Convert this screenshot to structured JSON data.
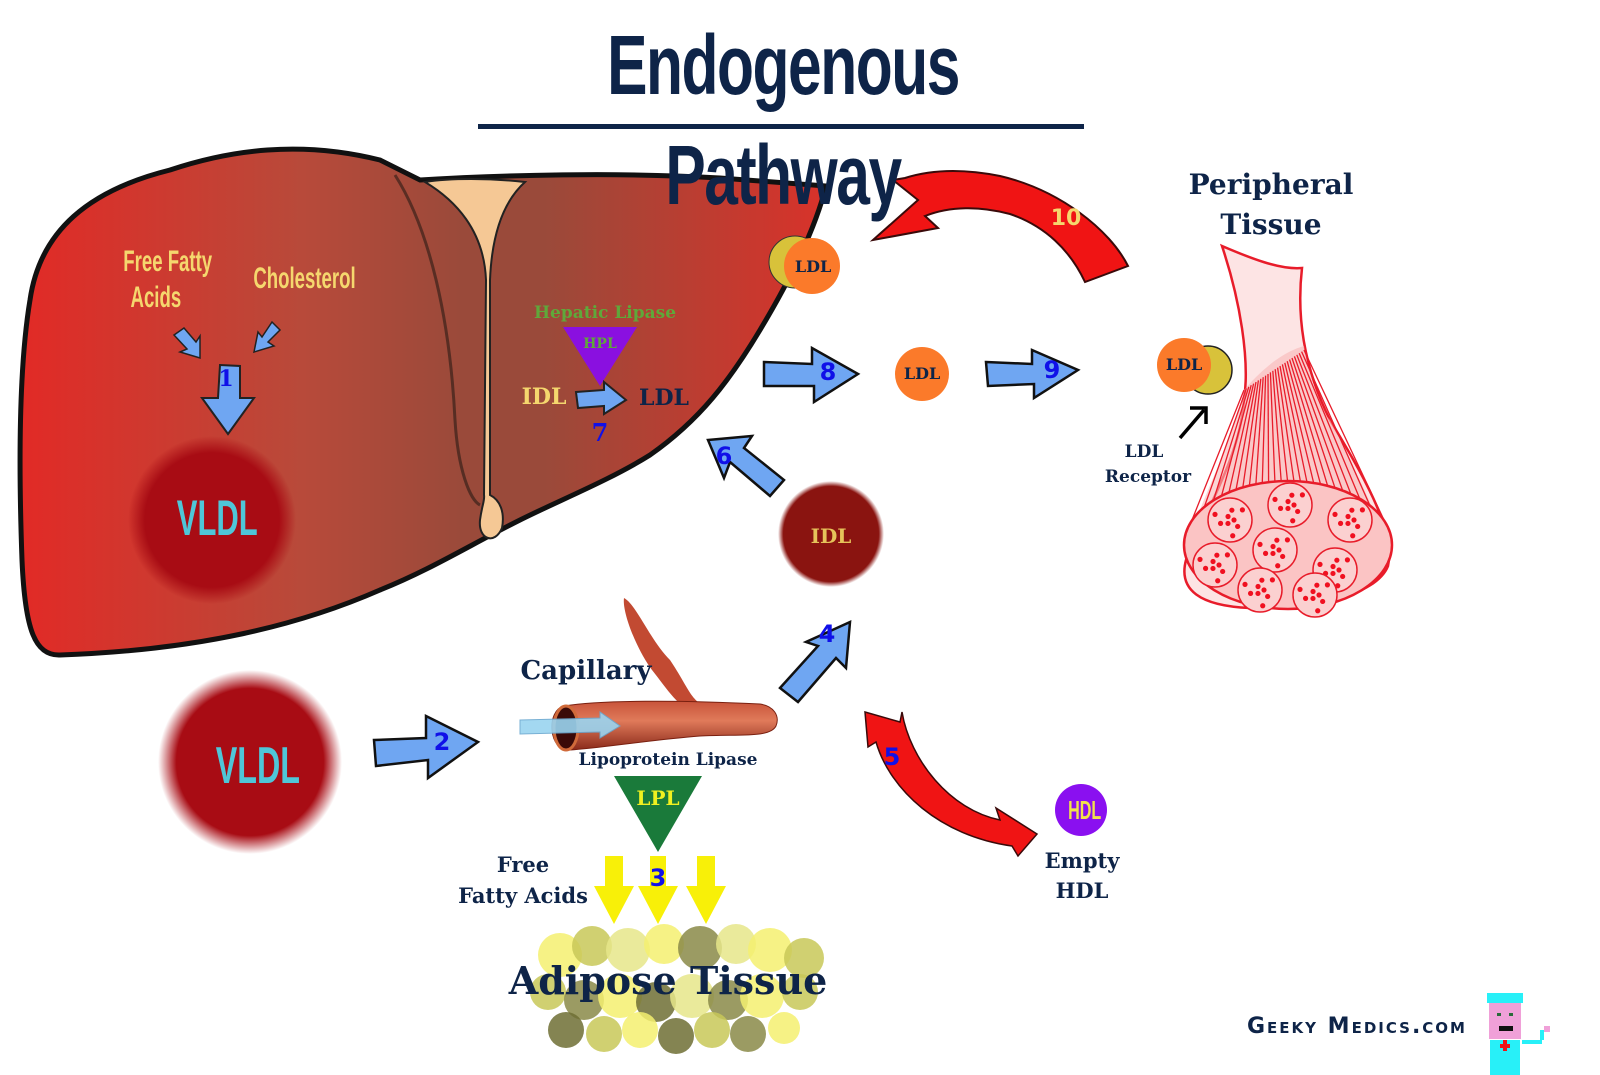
{
  "title": "Endogenous Pathway",
  "liver": {
    "inputs": [
      "Free Fatty Acids",
      "Cholesterol"
    ],
    "input_ffa_line1": "Free Fatty",
    "input_ffa_line2": "Acids",
    "input_chol": "Cholesterol",
    "vldl_label": "VLDL",
    "enzyme_name": "Hepatic Lipase",
    "enzyme_abbr": "HPL",
    "conversion_from": "IDL",
    "conversion_to": "LDL",
    "ldl_bound_label": "LDL"
  },
  "steps": {
    "s1": "1",
    "s2": "2",
    "s3": "3",
    "s4": "4",
    "s5": "5",
    "s6": "6",
    "s7": "7",
    "s8": "8",
    "s9": "9",
    "s10": "10"
  },
  "circulation": {
    "vldl_label": "VLDL",
    "idl_label": "IDL",
    "ldl_label": "LDL"
  },
  "capillary": {
    "label": "Capillary",
    "enzyme_name": "Lipoprotein Lipase",
    "enzyme_abbr": "LPL",
    "ffa_line1": "Free",
    "ffa_line2": "Fatty Acids"
  },
  "adipose": {
    "label": "Adipose Tissue"
  },
  "hdl": {
    "badge": "HDL",
    "label_line1": "Empty",
    "label_line2": "HDL"
  },
  "peripheral": {
    "title_line1": "Peripheral",
    "title_line2": "Tissue",
    "ldl_label": "LDL",
    "receptor_line1": "LDL",
    "receptor_line2": "Receptor"
  },
  "branding": {
    "logo_text": "Geeky Medics.com"
  },
  "colors": {
    "navy": "#0e2448",
    "liver_red": "#d42a2a",
    "liver_brown": "#a24d3a",
    "vldl": "#a80c14",
    "vldl_text": "#4fc6d8",
    "idl": "#8a1410",
    "idl_text": "#e6c35a",
    "ldl": "#fb7a2a",
    "receptor": "#d8c23a",
    "hdl": "#8a10f0",
    "hdl_text": "#f2e24a",
    "blue_arrow": "#6fa6f2",
    "red_arrow": "#f01414",
    "step_number": "#1010e8",
    "hpl_triangle": "#8a10e0",
    "hpl_text": "#5fa83a",
    "lpl_triangle": "#1a7a3a",
    "lpl_text": "#f0f020",
    "ffa_arrow": "#f8f008",
    "muscle": "#f02a3a"
  }
}
